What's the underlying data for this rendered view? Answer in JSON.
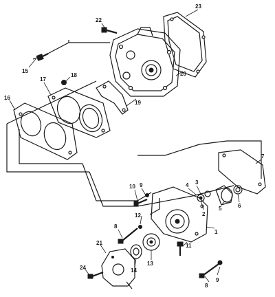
{
  "diagram": {
    "callouts": {
      "c1": "1",
      "c2": "2",
      "c3": "3",
      "c4": "4",
      "c5": "5",
      "c6": "6",
      "c7": "7",
      "c8a": "8",
      "c8b": "8",
      "c9a": "9",
      "c9b": "9",
      "c10": "10",
      "c11": "11",
      "c12": "12",
      "c13": "13",
      "c14": "14",
      "c15": "15",
      "c16": "16",
      "c17": "17",
      "c18": "18",
      "c19": "19",
      "c20": "20",
      "c21": "21",
      "c22": "22",
      "c23": "23",
      "c24": "24"
    },
    "colors": {
      "line": "#1a1a1a",
      "paper": "#ffffff"
    }
  }
}
